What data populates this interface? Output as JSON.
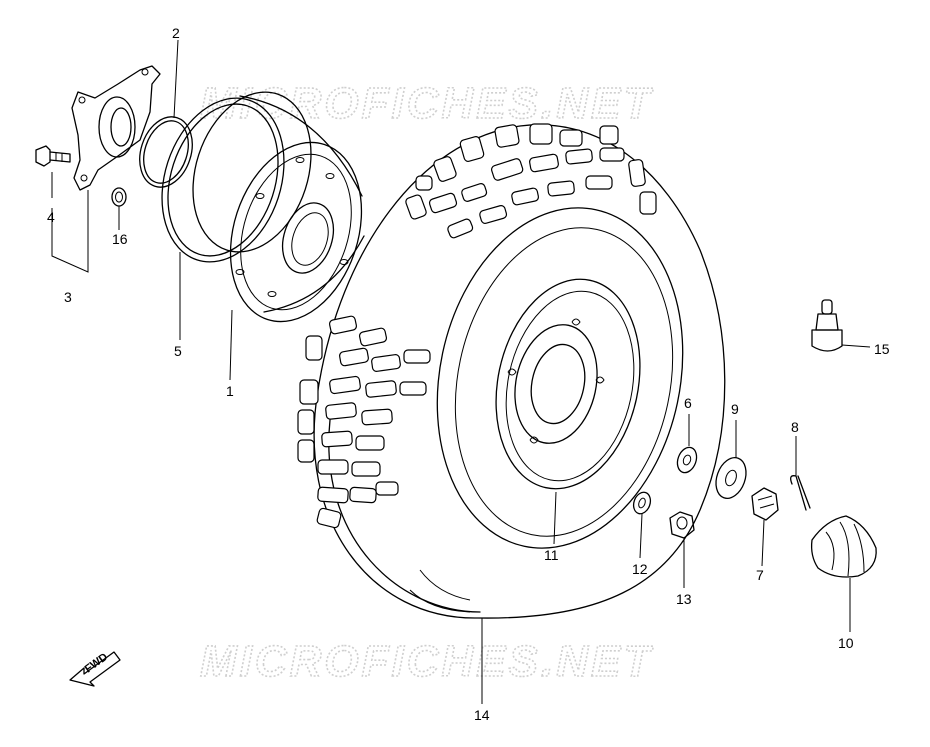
{
  "watermark": {
    "top": "MICROFICHES.NET",
    "bottom": "MICROFICHES.NET"
  },
  "direction_badge": {
    "label": "FWD"
  },
  "callouts": {
    "n1": "1",
    "n2": "2",
    "n3": "3",
    "n4": "4",
    "n5": "5",
    "n6": "6",
    "n7": "7",
    "n8": "8",
    "n9": "9",
    "n10": "10",
    "n11": "11",
    "n12": "12",
    "n13": "13",
    "n14": "14",
    "n15": "15",
    "n16": "16"
  }
}
